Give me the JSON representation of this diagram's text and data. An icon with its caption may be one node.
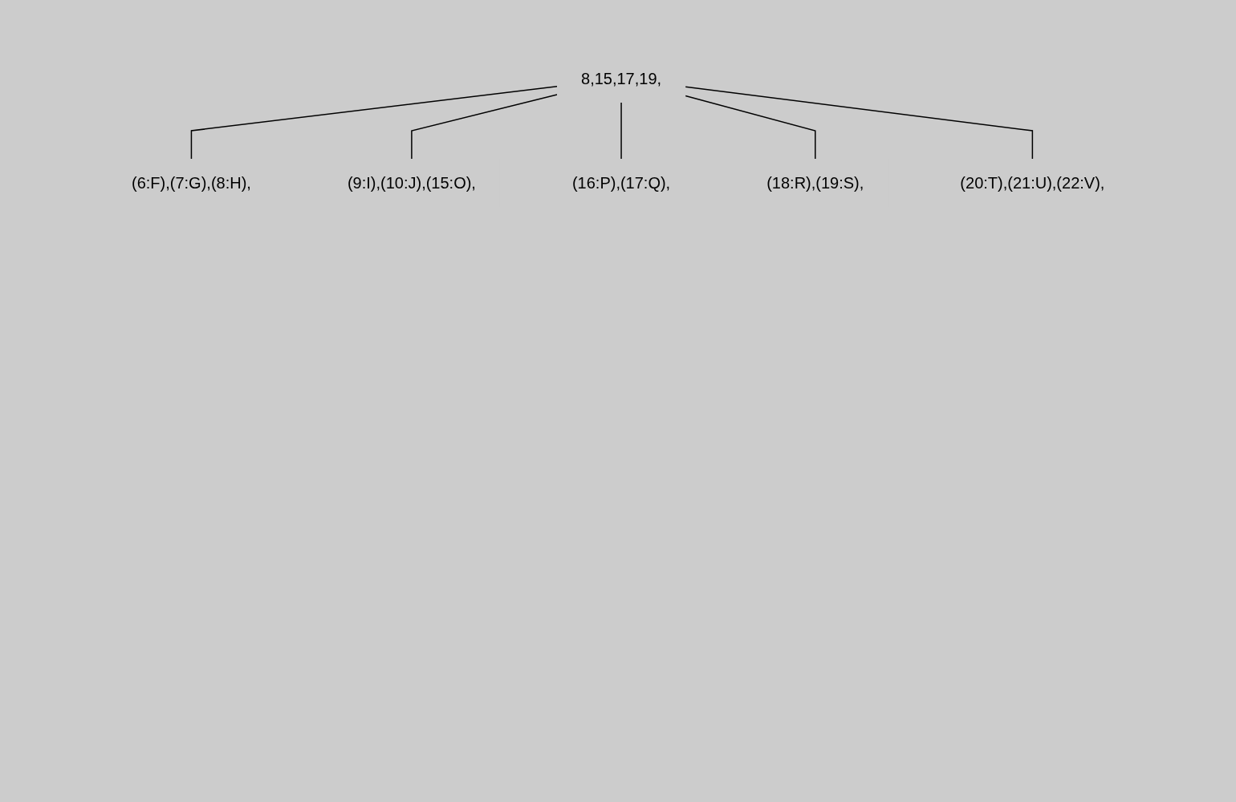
{
  "diagram": {
    "nodes": [
      {
        "text": [
          "8,15,17,19,"
        ]
      },
      {
        "text": [
          "(6:F),(7:G),(8:H),"
        ]
      },
      {
        "text": [
          "(9:I),(10:J),(15:O),"
        ]
      },
      {
        "text": [
          "(16:P),(17:Q),"
        ]
      },
      {
        "text": [
          "(18:R),(19:S),"
        ]
      },
      {
        "text": [
          "(20:T),(21:U),(22:V),"
        ]
      }
    ],
    "edges": [
      {
        "from": 0,
        "to": 1,
        "arrow": "none"
      },
      {
        "from": 0,
        "to": 2,
        "arrow": "none"
      },
      {
        "from": 0,
        "to": 3,
        "arrow": "none"
      },
      {
        "from": 0,
        "to": 4,
        "arrow": "none"
      },
      {
        "from": 0,
        "to": 5,
        "arrow": "none"
      }
    ]
  }
}
